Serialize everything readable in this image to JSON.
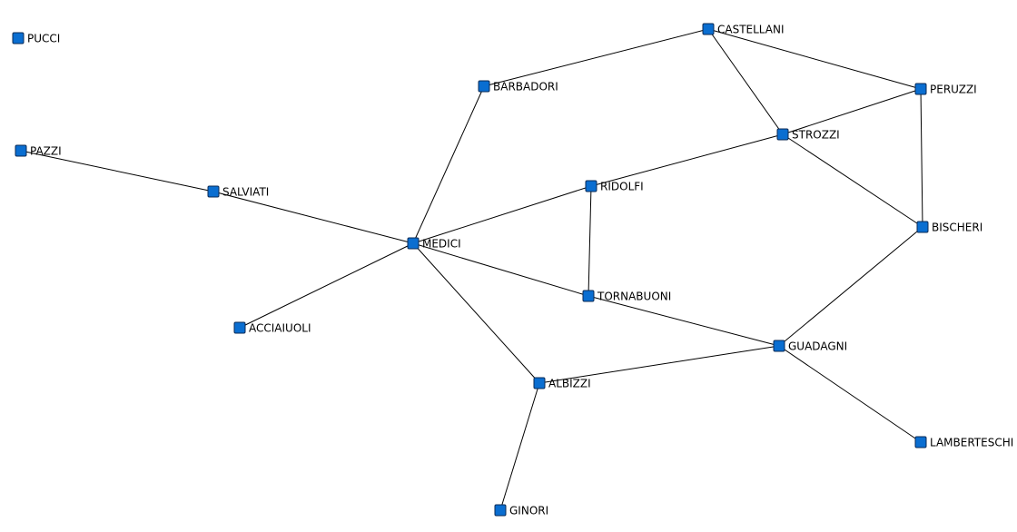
{
  "network": {
    "node_color": "#0a6ed1",
    "node_border_color": "#0a2a55",
    "edge_color": "#000000",
    "background_color": "#ffffff",
    "nodes": [
      {
        "id": "pucci",
        "label": "PUCCI"
      },
      {
        "id": "pazzi",
        "label": "PAZZI"
      },
      {
        "id": "salviati",
        "label": "SALVIATI"
      },
      {
        "id": "barbadori",
        "label": "BARBADORI"
      },
      {
        "id": "castellani",
        "label": "CASTELLANI"
      },
      {
        "id": "peruzzi",
        "label": "PERUZZI"
      },
      {
        "id": "strozzi",
        "label": "STROZZI"
      },
      {
        "id": "ridolfi",
        "label": "RIDOLFI"
      },
      {
        "id": "medici",
        "label": "MEDICI"
      },
      {
        "id": "bischeri",
        "label": "BISCHERI"
      },
      {
        "id": "tornabuoni",
        "label": "TORNABUONI"
      },
      {
        "id": "acciaiuoli",
        "label": "ACCIAIUOLI"
      },
      {
        "id": "guadagni",
        "label": "GUADAGNI"
      },
      {
        "id": "albizzi",
        "label": "ALBIZZI"
      },
      {
        "id": "lamberteschi",
        "label": "LAMBERTESCHI"
      },
      {
        "id": "ginori",
        "label": "GINORI"
      }
    ],
    "edges": [
      {
        "source": "pazzi",
        "target": "salviati"
      },
      {
        "source": "salviati",
        "target": "medici"
      },
      {
        "source": "medici",
        "target": "barbadori"
      },
      {
        "source": "medici",
        "target": "ridolfi"
      },
      {
        "source": "medici",
        "target": "tornabuoni"
      },
      {
        "source": "medici",
        "target": "acciaiuoli"
      },
      {
        "source": "medici",
        "target": "albizzi"
      },
      {
        "source": "barbadori",
        "target": "castellani"
      },
      {
        "source": "castellani",
        "target": "peruzzi"
      },
      {
        "source": "castellani",
        "target": "strozzi"
      },
      {
        "source": "peruzzi",
        "target": "strozzi"
      },
      {
        "source": "peruzzi",
        "target": "bischeri"
      },
      {
        "source": "strozzi",
        "target": "ridolfi"
      },
      {
        "source": "strozzi",
        "target": "bischeri"
      },
      {
        "source": "ridolfi",
        "target": "tornabuoni"
      },
      {
        "source": "tornabuoni",
        "target": "guadagni"
      },
      {
        "source": "bischeri",
        "target": "guadagni"
      },
      {
        "source": "guadagni",
        "target": "albizzi"
      },
      {
        "source": "guadagni",
        "target": "lamberteschi"
      },
      {
        "source": "albizzi",
        "target": "ginori"
      }
    ]
  }
}
